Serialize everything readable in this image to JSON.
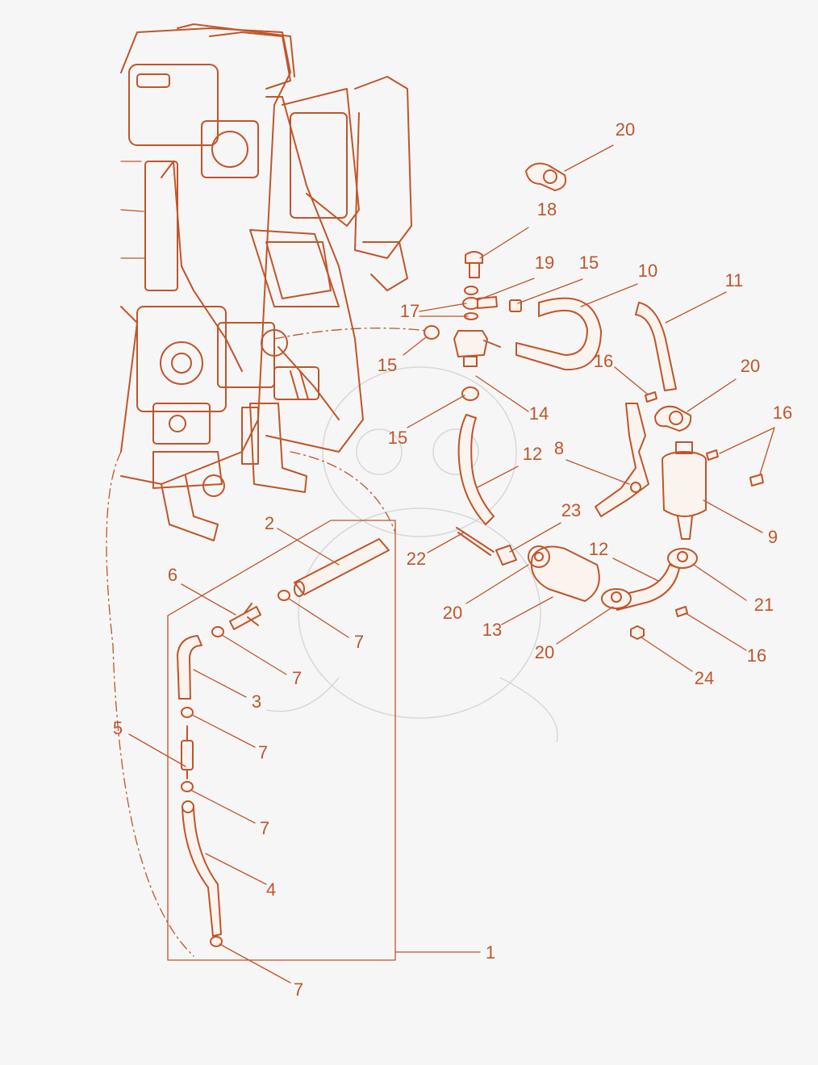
{
  "colors": {
    "ink": "#c0552a",
    "background": "#f6f6f6",
    "watermark": "#d8d8d8"
  },
  "callouts": [
    {
      "id": "c20a",
      "label": "20"
    },
    {
      "id": "c18",
      "label": "18"
    },
    {
      "id": "c19",
      "label": "19"
    },
    {
      "id": "c15a",
      "label": "15"
    },
    {
      "id": "c10",
      "label": "10"
    },
    {
      "id": "c11",
      "label": "11"
    },
    {
      "id": "c17",
      "label": "17"
    },
    {
      "id": "c15b",
      "label": "15"
    },
    {
      "id": "c16a",
      "label": "16"
    },
    {
      "id": "c20b",
      "label": "20"
    },
    {
      "id": "c14",
      "label": "14"
    },
    {
      "id": "c15c",
      "label": "15"
    },
    {
      "id": "c16b",
      "label": "16"
    },
    {
      "id": "c12a",
      "label": "12"
    },
    {
      "id": "c8",
      "label": "8"
    },
    {
      "id": "c23",
      "label": "23"
    },
    {
      "id": "c2",
      "label": "2"
    },
    {
      "id": "c22",
      "label": "22"
    },
    {
      "id": "c9",
      "label": "9"
    },
    {
      "id": "c12b",
      "label": "12"
    },
    {
      "id": "c6",
      "label": "6"
    },
    {
      "id": "c21",
      "label": "21"
    },
    {
      "id": "c20c",
      "label": "20"
    },
    {
      "id": "c13",
      "label": "13"
    },
    {
      "id": "c7a",
      "label": "7"
    },
    {
      "id": "c20d",
      "label": "20"
    },
    {
      "id": "c16c",
      "label": "16"
    },
    {
      "id": "c7b",
      "label": "7"
    },
    {
      "id": "c24",
      "label": "24"
    },
    {
      "id": "c3",
      "label": "3"
    },
    {
      "id": "c5",
      "label": "5"
    },
    {
      "id": "c7c",
      "label": "7"
    },
    {
      "id": "c7d",
      "label": "7"
    },
    {
      "id": "c4",
      "label": "4"
    },
    {
      "id": "c1",
      "label": "1"
    },
    {
      "id": "c7e",
      "label": "7"
    }
  ]
}
